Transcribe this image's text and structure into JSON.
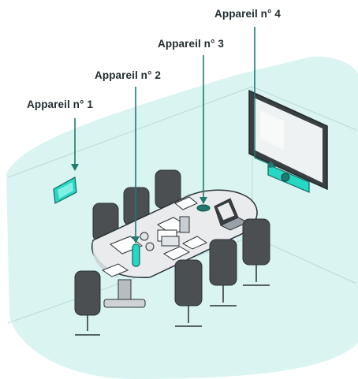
{
  "labels": {
    "device1": "Appareil n° 1",
    "device2": "Appareil n° 2",
    "device3": "Appareil n° 3",
    "device4": "Appareil n° 4"
  },
  "colors": {
    "room_tint": "#d9f4f1",
    "accent": "#27d7c4",
    "arrow": "#1f7a70",
    "outline": "#2a3235",
    "chair": "#4b4f52",
    "table": "#e9ebed"
  }
}
